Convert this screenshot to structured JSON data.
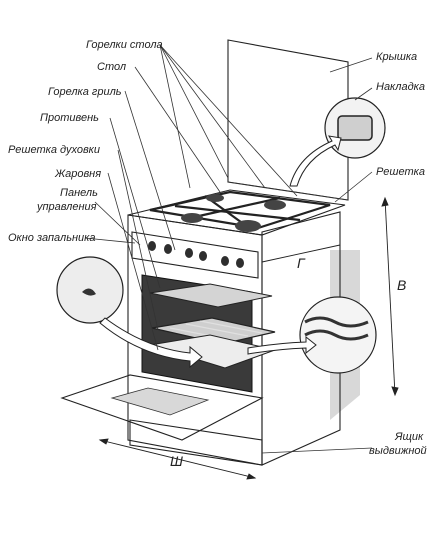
{
  "labels": {
    "burners": "Горелки стола",
    "table": "Стол",
    "grill_burner": "Горелка гриль",
    "baking_tray": "Противень",
    "oven_rack": "Решетка духовки",
    "roasting_pan": "Жаровня",
    "control_panel_line1": "Панель",
    "control_panel_line2": "управления",
    "ignition_window": "Окно запальника",
    "lid": "Крышка",
    "burner_cap": "Накладка",
    "grate": "Решетка",
    "drawer_line1": "Ящик",
    "drawer_line2": "выдвижной"
  },
  "dimensions": {
    "depth": "Г",
    "height": "В",
    "width": "Ш"
  },
  "colors": {
    "line": "#222222",
    "fill_light": "#ededed",
    "fill_mid": "#cfcfcf",
    "fill_dark": "#3a3a3a"
  }
}
